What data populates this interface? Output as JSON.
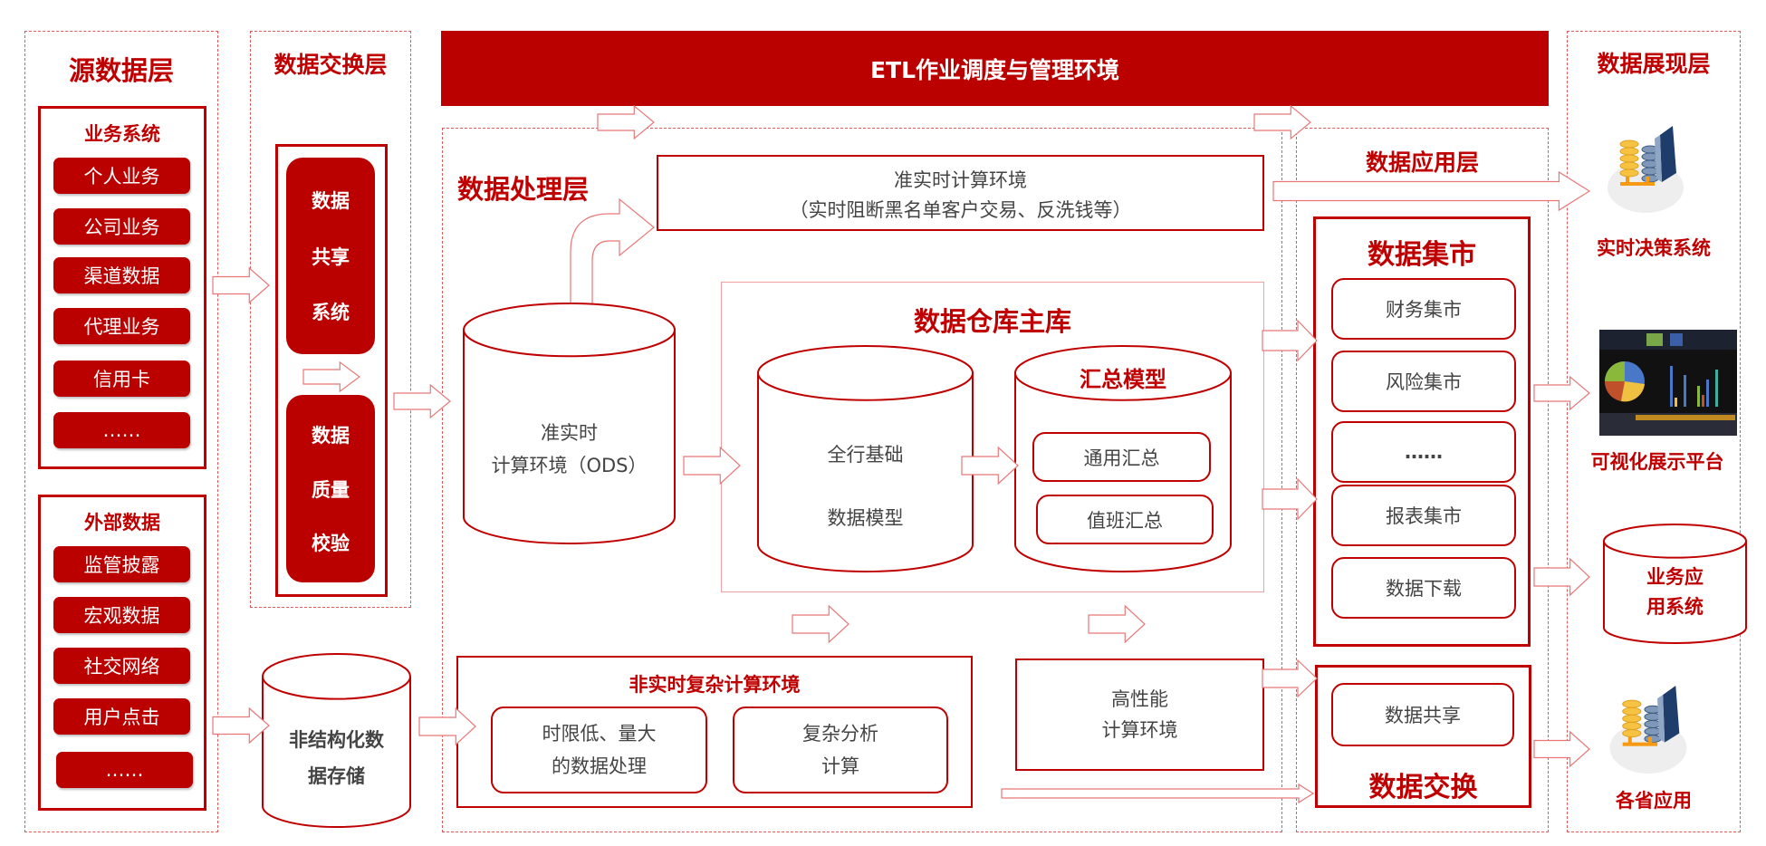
{
  "source_layer": {
    "title": "源数据层",
    "business": {
      "title": "业务系统",
      "items": [
        "个人业务",
        "公司业务",
        "渠道数据",
        "代理业务",
        "信用卡",
        "……"
      ]
    },
    "external": {
      "title": "外部数据",
      "items": [
        "监管披露",
        "宏观数据",
        "社交网络",
        "用户点击",
        "……"
      ]
    }
  },
  "exchange_layer": {
    "title": "数据交换层",
    "sharing": [
      "数据",
      "共享",
      "系统"
    ],
    "quality": [
      "数据",
      "质量",
      "校验"
    ],
    "unstructured": [
      "非结构化数",
      "据存储"
    ]
  },
  "etl": {
    "title": "ETL作业调度与管理环境"
  },
  "processing_layer": {
    "title": "数据处理层",
    "realtime_env": [
      "准实时计算环境",
      "（实时阻断黑名单客户交易、反洗钱等）"
    ],
    "ods": [
      "准实时",
      "计算环境（ODS）"
    ],
    "warehouse": {
      "title": "数据仓库主库",
      "base_model": [
        "全行基础",
        "数据模型"
      ],
      "summary": {
        "title": "汇总模型",
        "items": [
          "通用汇总",
          "值班汇总"
        ]
      }
    },
    "nonrealtime": {
      "title": "非实时复杂计算环境",
      "items": [
        [
          "时限低、量大",
          "的数据处理"
        ],
        [
          "复杂分析",
          "计算"
        ]
      ]
    },
    "hpc": [
      "高性能",
      "计算环境"
    ]
  },
  "application_layer": {
    "title": "数据应用层",
    "mart": {
      "title": "数据集市",
      "items": [
        "财务集市",
        "风险集市",
        "……",
        "报表集市",
        "数据下载"
      ]
    },
    "exchange": {
      "title": "数据交换",
      "items": [
        "数据共享"
      ]
    }
  },
  "presentation_layer": {
    "title": "数据展现层",
    "items": [
      "实时决策系统",
      "可视化展示平台",
      "各省应用"
    ],
    "biz_app": [
      "业务应",
      "用系统"
    ]
  },
  "colors": {
    "primary": "#bb0000",
    "dash": "#e05a5a",
    "arrow": "#e87878"
  }
}
